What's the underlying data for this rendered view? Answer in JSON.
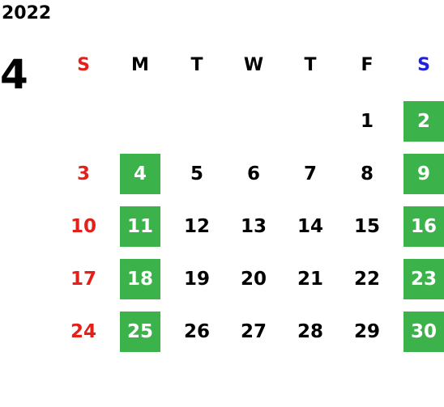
{
  "calendar": {
    "year": "2022",
    "month": "4",
    "weekdays": [
      "S",
      "M",
      "T",
      "W",
      "T",
      "F",
      "S"
    ],
    "weeks": [
      [
        "",
        "",
        "",
        "",
        "",
        "1",
        "2"
      ],
      [
        "3",
        "4",
        "5",
        "6",
        "7",
        "8",
        "9"
      ],
      [
        "10",
        "11",
        "12",
        "13",
        "14",
        "15",
        "16"
      ],
      [
        "17",
        "18",
        "19",
        "20",
        "21",
        "22",
        "23"
      ],
      [
        "24",
        "25",
        "26",
        "27",
        "28",
        "29",
        "30"
      ]
    ],
    "highlighted_days": [
      "2",
      "4",
      "9",
      "11",
      "16",
      "18",
      "23",
      "25",
      "30"
    ]
  },
  "colors": {
    "sunday": "#e3211a",
    "saturday_header": "#1e22e0",
    "highlight": "#3cb34a",
    "text": "#000000"
  }
}
